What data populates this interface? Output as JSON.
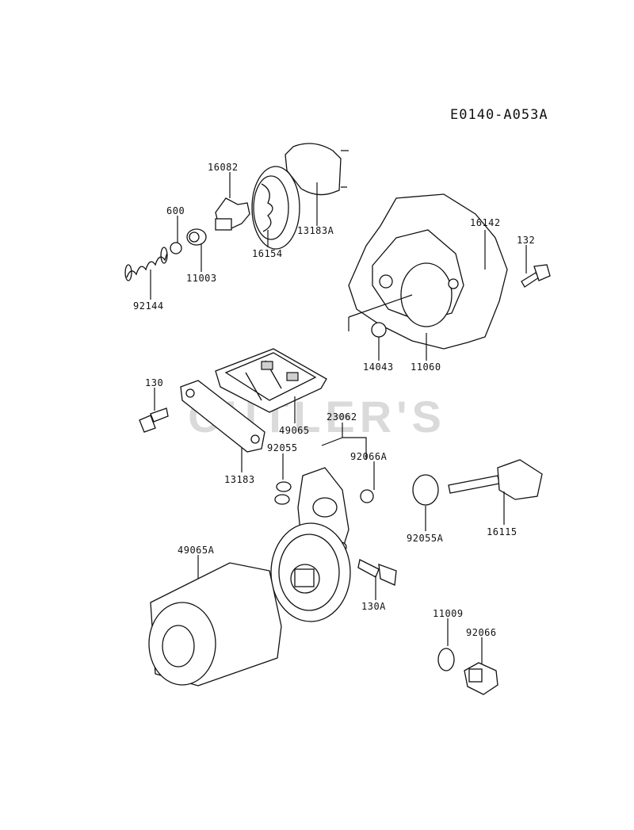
{
  "diagram": {
    "code": "E0140-A053A",
    "watermark": "CUTLER'S",
    "labels": {
      "p16082": "16082",
      "p600": "600",
      "p13183A": "13183A",
      "p16154": "16154",
      "p11003": "11003",
      "p92144": "92144",
      "p16142": "16142",
      "p132": "132",
      "p14043": "14043",
      "p11060": "11060",
      "p130": "130",
      "p49065": "49065",
      "p23062": "23062",
      "p92055": "92055",
      "p92066A": "92066A",
      "p13183": "13183",
      "p92055A": "92055A",
      "p16115": "16115",
      "p49065A": "49065A",
      "p130A": "130A",
      "p11009": "11009",
      "p92066": "92066"
    }
  }
}
